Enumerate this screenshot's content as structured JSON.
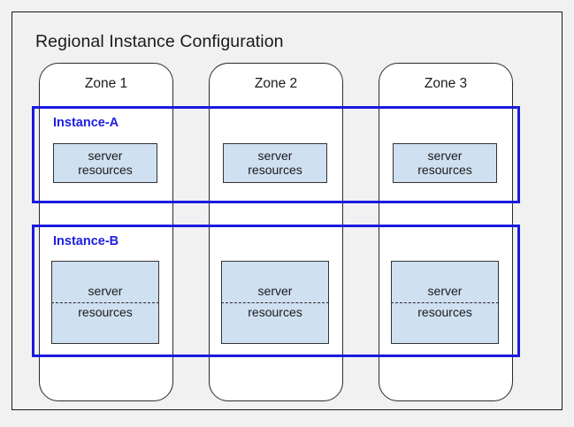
{
  "region": {
    "title": "Regional Instance Configuration"
  },
  "zones": [
    {
      "label": "Zone 1"
    },
    {
      "label": "Zone 2"
    },
    {
      "label": "Zone 3"
    }
  ],
  "instances": [
    {
      "label": "Instance-A",
      "style": "solid",
      "resources": [
        {
          "line1": "server",
          "line2": "resources",
          "divider": false
        },
        {
          "line1": "server",
          "line2": "resources",
          "divider": false
        },
        {
          "line1": "server",
          "line2": "resources",
          "divider": false
        }
      ]
    },
    {
      "label": "Instance-B",
      "style": "divided",
      "resources": [
        {
          "line1": "server",
          "line2": "resources",
          "divider": true
        },
        {
          "line1": "server",
          "line2": "resources",
          "divider": true
        },
        {
          "line1": "server",
          "line2": "resources",
          "divider": true
        }
      ]
    }
  ],
  "colors": {
    "instance_border": "#1a1ae0",
    "instance_label": "#2020e0",
    "resource_fill": "#cfe0f1",
    "resource_border": "#333333",
    "frame_border": "#1c1c1c",
    "page_background": "#f1f1f1",
    "zone_background": "#ffffff"
  }
}
